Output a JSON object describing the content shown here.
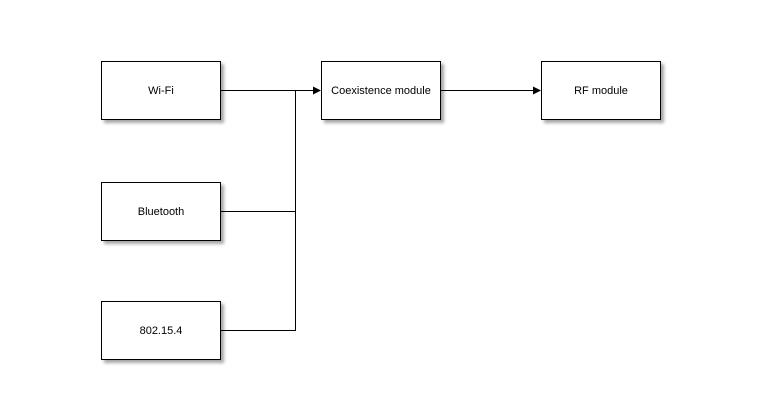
{
  "diagram": {
    "blocks": [
      {
        "id": "wifi",
        "label": "Wi-Fi"
      },
      {
        "id": "bluetooth",
        "label": "Bluetooth"
      },
      {
        "id": "zigbee",
        "label": "802.15.4"
      },
      {
        "id": "coexistence",
        "label": "Coexistence module"
      },
      {
        "id": "rf",
        "label": "RF module"
      }
    ],
    "connections": [
      {
        "from": "wifi",
        "to": "coexistence",
        "arrow": true
      },
      {
        "from": "bluetooth",
        "to": "coexistence",
        "arrow": true,
        "via": "shared-bus"
      },
      {
        "from": "zigbee",
        "to": "coexistence",
        "arrow": true,
        "via": "shared-bus"
      },
      {
        "from": "coexistence",
        "to": "rf",
        "arrow": true
      }
    ]
  },
  "colors": {
    "background": "#ffffff",
    "block_fill": "#ffffff",
    "block_border": "#000000",
    "line": "#000000",
    "shadow": "rgba(0,0,0,0.35)"
  }
}
